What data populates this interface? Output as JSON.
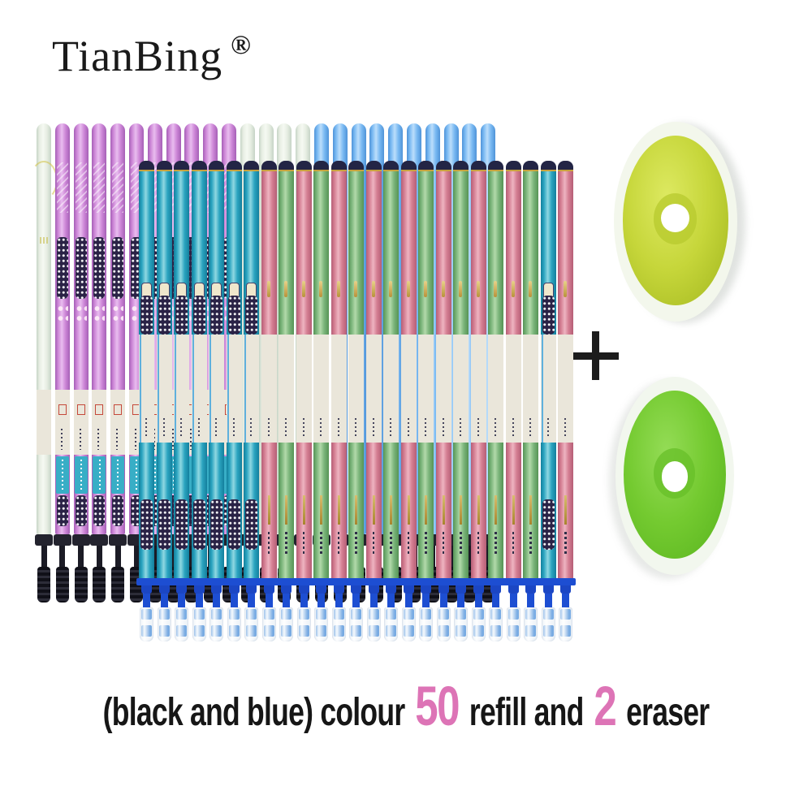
{
  "brand": {
    "name": "TianBing",
    "mark": "®"
  },
  "caption": {
    "segments": [
      {
        "type": "text",
        "text": "(black and blue) colour "
      },
      {
        "type": "highlight",
        "text": "50"
      },
      {
        "type": "text",
        "text": " refill and "
      },
      {
        "type": "highlight",
        "text": "2"
      },
      {
        "type": "text",
        "text": " eraser"
      }
    ],
    "text_color": "#161616",
    "highlight_color": "#dd74b6"
  },
  "plus_sign": {
    "symbol": "+",
    "color": "#1c1c1c"
  },
  "product": {
    "back_row": {
      "ink_color": "black",
      "count": 25,
      "colors": [
        "pale",
        "violet",
        "violet",
        "violet",
        "violet",
        "violet",
        "violet",
        "violet",
        "violet",
        "violet",
        "violet",
        "pale",
        "pale",
        "pale",
        "pale",
        "blue",
        "blue",
        "blue",
        "blue",
        "blue",
        "blue",
        "blue",
        "blue",
        "blue",
        "blue"
      ]
    },
    "front_row": {
      "ink_color": "blue",
      "count": 25,
      "colors": [
        "teal",
        "teal",
        "teal",
        "teal",
        "teal",
        "teal",
        "teal",
        "rose",
        "green",
        "rose",
        "green",
        "rose",
        "green",
        "rose",
        "green",
        "rose",
        "green",
        "rose",
        "green",
        "rose",
        "green",
        "rose",
        "green",
        "teal",
        "rose"
      ]
    },
    "palette": {
      "pale": {
        "base": "#e7eee3",
        "light": "#f5f9f2",
        "edge": "#c6d4c6"
      },
      "violet": {
        "base": "#cd87d7",
        "light": "#e9bdef",
        "edge": "#a55fb6"
      },
      "blue": {
        "base": "#79b9f2",
        "light": "#bcdefb",
        "edge": "#4f93d8"
      },
      "teal": {
        "base": "#2ba4c0",
        "light": "#8fd8e2",
        "edge": "#137f9c"
      },
      "rose": {
        "base": "#d47e92",
        "light": "#eeb4c1",
        "edge": "#b55e76"
      },
      "green": {
        "base": "#7ab47a",
        "light": "#b2d9aa",
        "edge": "#569355"
      },
      "white_band": "#eae6da",
      "window_navy": "#2a2246",
      "cyan_label": "#38aec6",
      "gold": "#c7a33e",
      "black_tip": "#17171f",
      "blue_tip": "#1d4ed2",
      "cap_body": "#eef3f8",
      "cap_ink": "#4b8fdb"
    }
  },
  "erasers": [
    {
      "name": "yellow-green-oval-eraser",
      "ring": "#f3f7ec",
      "body": "#c6d63a",
      "body_light": "#dde961",
      "body_dark": "#a9bd24",
      "recess": "#b7c92e",
      "hole": "#ffffff"
    },
    {
      "name": "green-oval-eraser",
      "ring": "#f2f7ee",
      "body": "#74ca30",
      "body_light": "#94dc56",
      "body_dark": "#5eb822",
      "recess": "#67bf28",
      "hole": "#ffffff"
    }
  ]
}
